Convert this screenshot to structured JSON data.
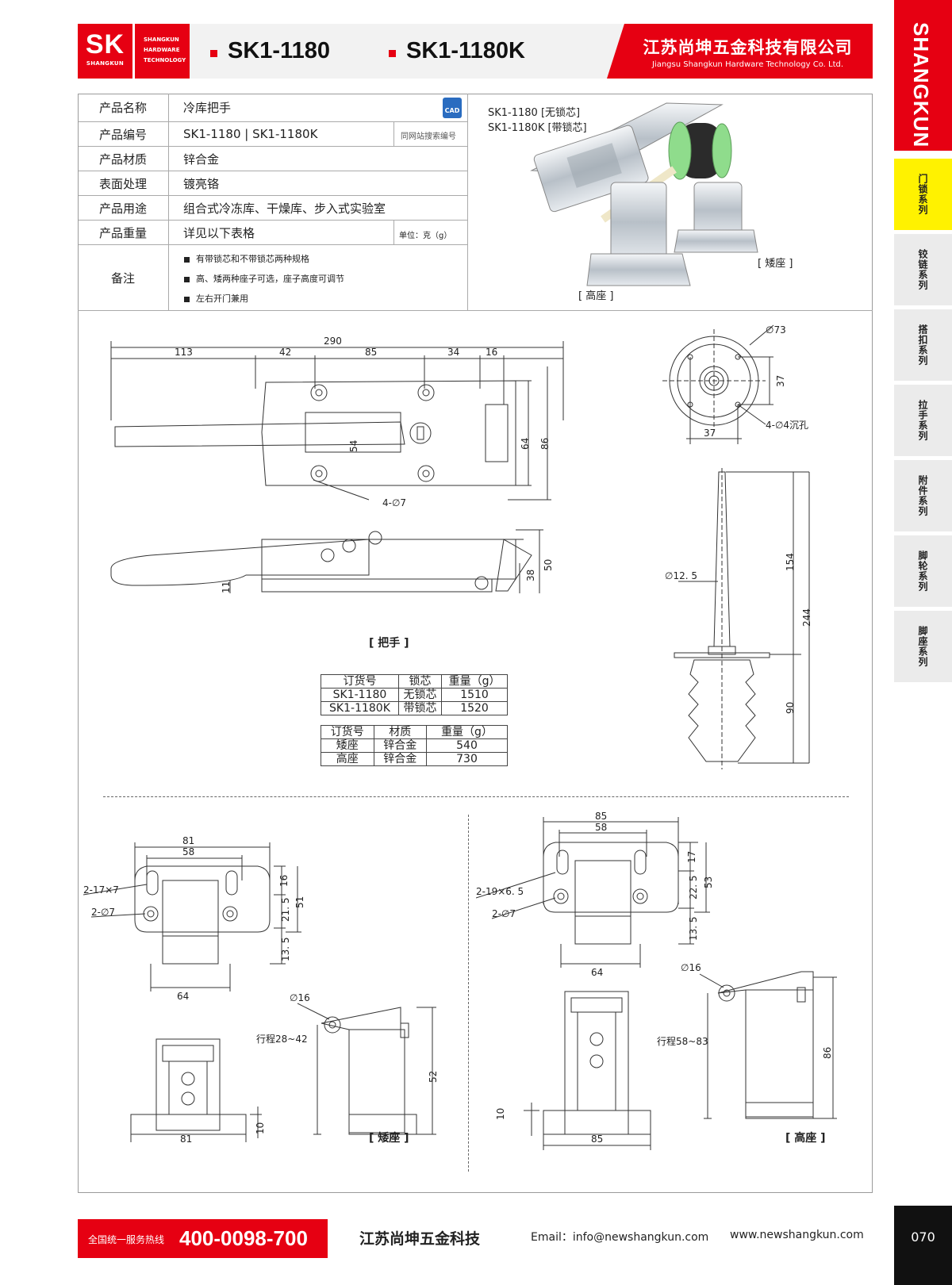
{
  "header": {
    "logo_big": "SK",
    "logo_small": "SHANGKUN",
    "logo_lines": [
      "SHANGKUN",
      "HARDWARE",
      "TECHNOLOGY"
    ],
    "model_1": "SK1-1180",
    "model_2": "SK1-1180K",
    "company_cn": "江苏尚坤五金科技有限公司",
    "company_en": "Jiangsu Shangkun Hardware Technology Co. Ltd."
  },
  "sidebar": {
    "brand": "SHANGKUN",
    "tabs": [
      {
        "label": "门锁系列",
        "active": true
      },
      {
        "label": "铰链系列",
        "active": false
      },
      {
        "label": "搭扣系列",
        "active": false
      },
      {
        "label": "拉手系列",
        "active": false
      },
      {
        "label": "附件系列",
        "active": false
      },
      {
        "label": "脚轮系列",
        "active": false
      },
      {
        "label": "脚座系列",
        "active": false
      }
    ]
  },
  "spec": {
    "rows": [
      {
        "key": "产品名称",
        "value": "冷库把手"
      },
      {
        "key": "产品编号",
        "value": "SK1-1180 | SK1-1180K",
        "extra": "同网站搜索编号"
      },
      {
        "key": "产品材质",
        "value": "锌合金"
      },
      {
        "key": "表面处理",
        "value": "镀亮铬"
      },
      {
        "key": "产品用途",
        "value": "组合式冷冻库、干燥库、步入式实验室"
      },
      {
        "key": "产品重量",
        "value": "详见以下表格",
        "extra": "单位：克（g）"
      }
    ],
    "remark_key": "备注",
    "remarks": [
      "有带锁芯和不带锁芯两种规格",
      "高、矮两种座子可选，座子高度可调节",
      "左右开门兼用"
    ],
    "cad_label": "CAD"
  },
  "photo": {
    "label_1": "SK1-1180  [无锁芯]",
    "label_2": "SK1-1180K [带锁芯]",
    "low_seat": "[ 矮座 ]",
    "high_seat": "[ 高座 ]"
  },
  "drawing_handle": {
    "total": "290",
    "d1": "113",
    "d2": "42",
    "d3": "85",
    "d4": "34",
    "d5": "16",
    "h54": "54",
    "h64": "64",
    "h86": "86",
    "holes": "4-∅7",
    "side_11": "11",
    "side_38": "38",
    "side_50": "50",
    "caption": "[ 把手 ]"
  },
  "drawing_flange": {
    "dia": "∅73",
    "w37": "37",
    "h37": "37",
    "holes": "4-∅4沉孔"
  },
  "drawing_rod": {
    "dia": "∅12. 5",
    "l154": "154",
    "l244": "244",
    "l90": "90"
  },
  "weights": {
    "table1": {
      "headers": [
        "订货号",
        "锁芯",
        "重量（g）"
      ],
      "rows": [
        [
          "SK1-1180",
          "无锁芯",
          "1510"
        ],
        [
          "SK1-1180K",
          "带锁芯",
          "1520"
        ]
      ]
    },
    "table2": {
      "headers": [
        "订货号",
        "材质",
        "重量（g）"
      ],
      "rows": [
        [
          "矮座",
          "锌合金",
          "540"
        ],
        [
          "高座",
          "锌合金",
          "730"
        ]
      ]
    }
  },
  "drawing_low": {
    "w81": "81",
    "w58": "58",
    "slot": "2-17×7",
    "hole": "2-∅7",
    "h16": "16",
    "h215": "21. 5",
    "h51": "51",
    "h135": "13. 5",
    "w64": "64",
    "pin": "∅16",
    "stroke": "行程28~42",
    "h52": "52",
    "h10": "10",
    "base81": "81",
    "caption": "[ 矮座 ]"
  },
  "drawing_high": {
    "w85": "85",
    "w58": "58",
    "slot": "2-19×6. 5",
    "hole": "2-∅7",
    "h17": "17",
    "h225": "22. 5",
    "h53": "53",
    "h135": "13. 5",
    "w64": "64",
    "pin": "∅16",
    "stroke": "行程58~83",
    "h86": "86",
    "h10": "10",
    "base85": "85",
    "caption": "[ 高座 ]"
  },
  "footer": {
    "hotline_label": "全国统一服务热线",
    "hotline": "400-0098-700",
    "company": "江苏尚坤五金科技",
    "email": "Email：info@newshangkun.com",
    "web": "www.newshangkun.com",
    "page": "070"
  },
  "colors": {
    "brand_red": "#e60012",
    "active_tab": "#fff200"
  }
}
